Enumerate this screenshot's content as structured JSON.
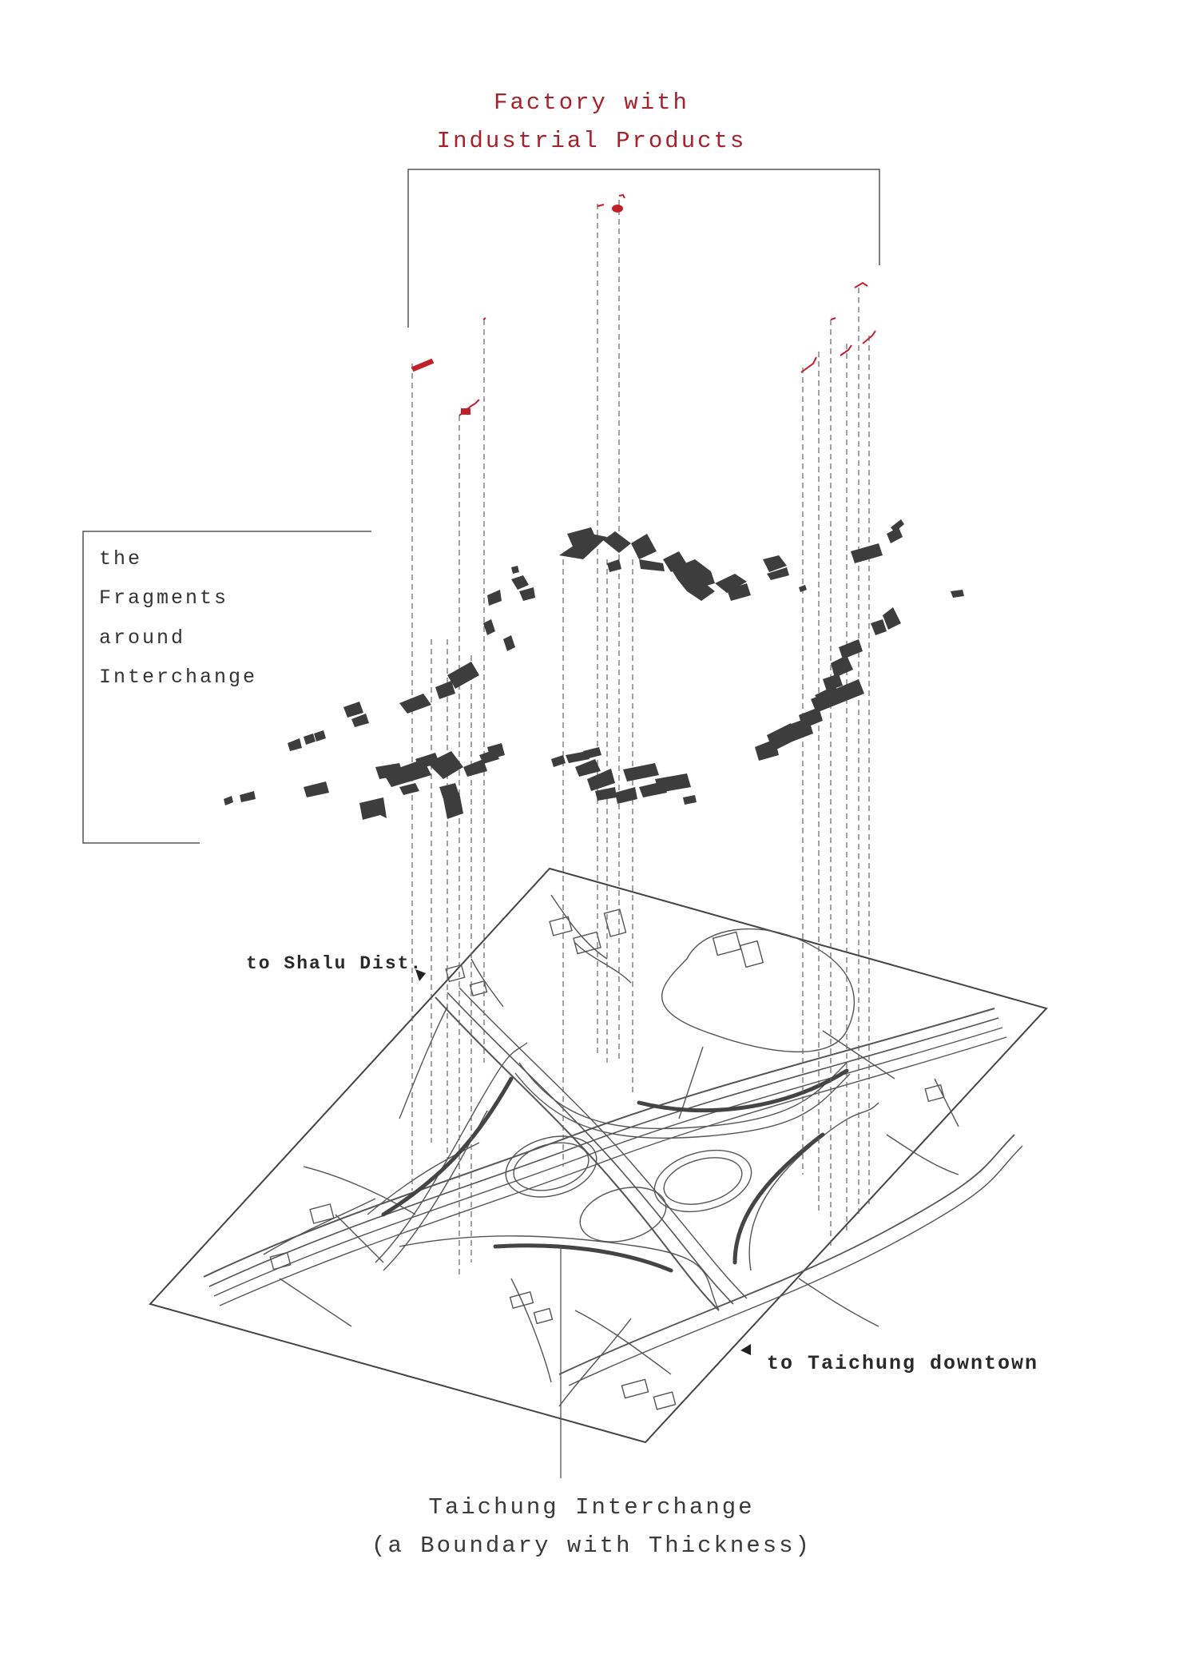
{
  "title": {
    "line1": "Factory with",
    "line2": "Industrial Products"
  },
  "fragments_note": {
    "lines": [
      "the",
      "Fragments",
      "around",
      "Interchange"
    ]
  },
  "direction_labels": {
    "shalu": "to Shalu Dist.",
    "taichung": "to Taichung downtown"
  },
  "caption": {
    "line1": "Taichung Interchange",
    "line2": "(a Boundary with Thickness)"
  },
  "colors": {
    "accent_red": "#a8202a",
    "ink": "#333333",
    "building_fill": "#3d3d3d"
  }
}
